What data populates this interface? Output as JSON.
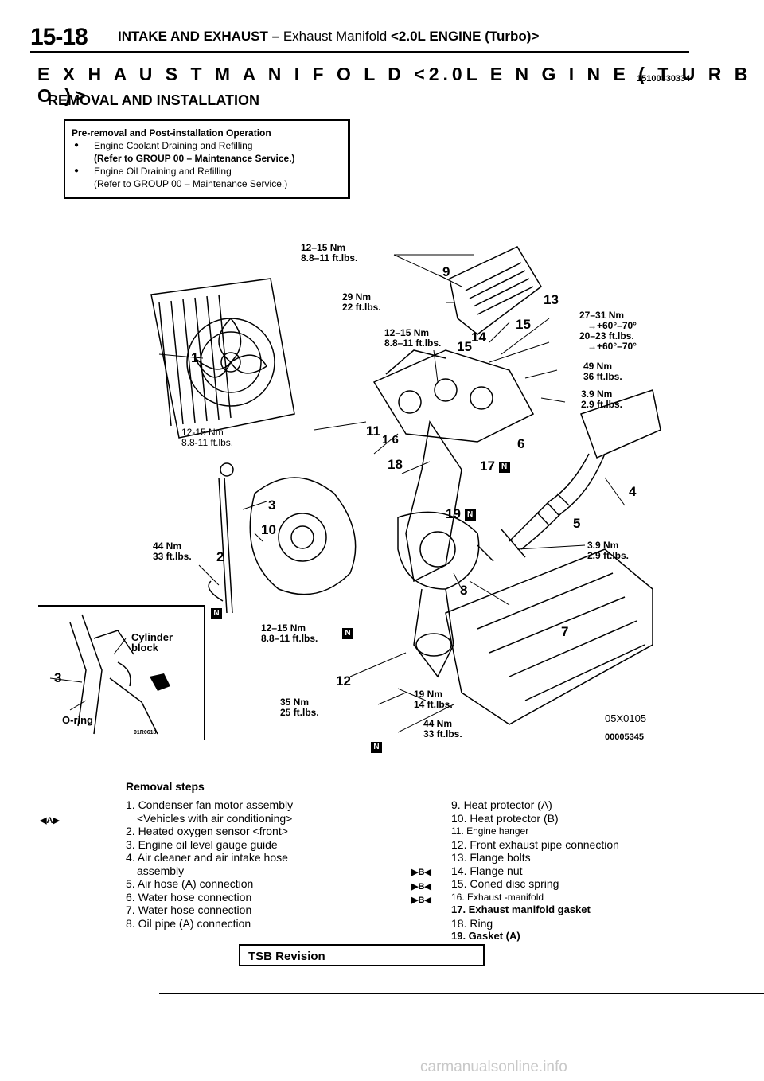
{
  "header": {
    "page_number": "15-18",
    "section": "INTAKE AND EXHAUST",
    "dash": "–",
    "subsection": "Exhaust Manifold",
    "engine": "<2.0L ENGINE (Turbo)>"
  },
  "title": {
    "main": "E X H A U S T   M A N I F O L D  <2.0L  E N G I N E  ( T U R B O )>",
    "code": "15100330334",
    "subtitle": "REMOVAL AND INSTALLATION"
  },
  "pre_removal": {
    "heading": "Pre-removal and Post-installation Operation",
    "item1": "Engine Coolant Draining and Refilling",
    "item1_ref": "(Refer to GROUP 00 – Maintenance Service.)",
    "item2": "Engine Oil Draining and Refilling",
    "item2_ref": "(Refer to GROUP 00 – Maintenance Service.)"
  },
  "diagram": {
    "torques": {
      "t1a": "12–15 Nm",
      "t1b": "8.8–11 ft.lbs.",
      "t2a": "29 Nm",
      "t2b": "22 ft.lbs.",
      "t3a": "12–15 Nm",
      "t3b": "8.8–11 ft.lbs.",
      "t4a": "27–31 Nm",
      "t4b": "→+60°–70°",
      "t4c": "20–23 ft.lbs.",
      "t4d": "→+60°–70°",
      "t5a": "49 Nm",
      "t5b": "36 ft.lbs.",
      "t6a": "3.9 Nm",
      "t6b": "2.9 ft.lbs.",
      "t7a": "12-15 Nm",
      "t7b": "8.8-11 ft.lbs.",
      "t8a": "44 Nm",
      "t8b": "33 ft.lbs.",
      "t9a": "3.9 Nm",
      "t9b": "2.9 ft.lbs.",
      "t10a": "12–15 Nm",
      "t10b": "8.8–11 ft.lbs.",
      "t11a": "35 Nm",
      "t11b": "25 ft.lbs.",
      "t12a": "19 Nm",
      "t12b": "14 ft.lbs.",
      "t13a": "44 Nm",
      "t13b": "33 ft.lbs."
    },
    "callouts": {
      "c1": "1",
      "c2": "2",
      "c3": "3",
      "c4": "4",
      "c5": "5",
      "c6": "6",
      "c6b": "1 6",
      "c7": "7",
      "c8": "8",
      "c9": "9",
      "c10": "10",
      "c11": "11",
      "c12": "12",
      "c13": "13",
      "c14": "14",
      "c15": "15",
      "c15b": "15",
      "c17": "17",
      "c18": "18",
      "c19": "19"
    },
    "n_mark": "N",
    "inset": {
      "cyl1": "Cylinder",
      "cyl2": "block",
      "num": "3",
      "oring": "O-ring",
      "code": "01R0618"
    },
    "codes": {
      "a": "05X0105",
      "b": "00005345"
    }
  },
  "steps": {
    "title": "Removal steps",
    "ap_mark": "A",
    "b_mark": "B",
    "left": [
      "1. Condenser fan motor assembly",
      "<Vehicles with air conditioning>",
      "2. Heated oxygen sensor <front>",
      "3. Engine oil level gauge guide",
      "4. Air cleaner and air intake hose",
      "assembly",
      "5. Air hose (A) connection",
      "6. Water hose connection",
      "7. Water hose connection",
      "8. Oil pipe (A) connection"
    ],
    "right": [
      "9. Heat protector (A)",
      "10. Heat protector (B)",
      "11. Engine hanger",
      "12. Front exhaust pipe connection",
      "13. Flange bolts",
      "14. Flange nut",
      "15. Coned disc spring",
      "16. Exhaust -manifold",
      "17. Exhaust manifold gasket",
      "18. Ring",
      "19. Gasket (A)"
    ]
  },
  "footer": {
    "tsb": "TSB Revision",
    "watermark": "carmanualsonline.info"
  }
}
